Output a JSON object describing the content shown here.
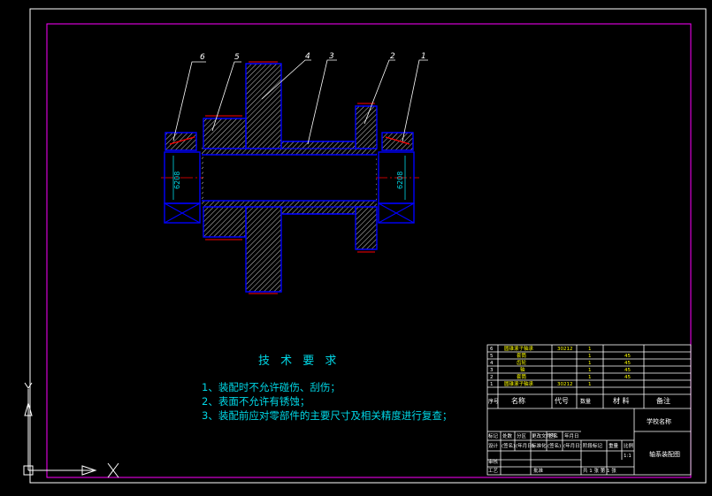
{
  "drawing": {
    "part_numbers": [
      "6",
      "5",
      "4",
      "3",
      "2",
      "1"
    ],
    "bearing_label_left": "6208",
    "bearing_label_right": "6208"
  },
  "technical_requirements": {
    "title": "技 术 要 求",
    "items": [
      "1、装配时不允许碰伤、刮伤；",
      "2、表面不允许有锈蚀；",
      "3、装配前应对零部件的主要尺寸及相关精度进行复查；"
    ]
  },
  "bom": {
    "rows": [
      {
        "no": "6",
        "name": "圆锥滚子轴承",
        "code": "30212",
        "qty": "1",
        "material": "",
        "note": ""
      },
      {
        "no": "5",
        "name": "套筒",
        "code": "",
        "qty": "1",
        "material": "45",
        "note": ""
      },
      {
        "no": "4",
        "name": "齿轮",
        "code": "",
        "qty": "1",
        "material": "45",
        "note": ""
      },
      {
        "no": "3",
        "name": "轴",
        "code": "",
        "qty": "1",
        "material": "45",
        "note": ""
      },
      {
        "no": "2",
        "name": "套筒",
        "code": "",
        "qty": "1",
        "material": "45",
        "note": ""
      },
      {
        "no": "1",
        "name": "圆锥滚子轴承",
        "code": "30212",
        "qty": "1",
        "material": "",
        "note": ""
      }
    ],
    "header": {
      "no": "序号",
      "name": "名称",
      "code": "代号",
      "qty": "数量",
      "material": "材 料",
      "note": "备注"
    }
  },
  "title_block": {
    "school": "学校名称",
    "drawing_name": "轴系装配图",
    "scale_label": "比例",
    "scale": "1:1",
    "stage_label": "阶段标记",
    "weight_label": "重量",
    "sheet_text": "共 1 张  第 1 张",
    "rev_headers": [
      "标记",
      "处数",
      "分区",
      "更改文件号",
      "签名",
      "年月日"
    ],
    "design_row": [
      "设计",
      "(签名)",
      "(年月日)",
      "标准化",
      "(签名)",
      "(年月日)"
    ],
    "review_label": "审核",
    "process_label": "工艺",
    "approve_label": "批准"
  },
  "colors": {
    "frame": "#ff00ff",
    "outline": "#0000ff",
    "hatch": "#ffffff",
    "centerline": "#ff0000",
    "text": "#00d7e6",
    "leader": "#ffffff",
    "bom_text": "#ffff00"
  }
}
